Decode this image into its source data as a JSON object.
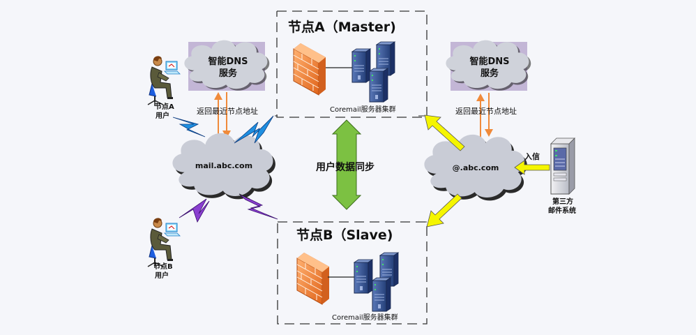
{
  "diagram": {
    "node_a": {
      "title": "节点A（Master)",
      "cluster_label": "Coremail服务器集群"
    },
    "node_b": {
      "title": "节点B（Slave)",
      "cluster_label": "Coremail服务器集群"
    },
    "sync_label": "用户数据同步",
    "left": {
      "dns_label_line1": "智能DNS",
      "dns_label_line2": "服务",
      "dns_return_label": "返回最近节点地址",
      "cloud_label": "mail.abc.com",
      "user_a_line1": "节点A",
      "user_a_line2": "用户",
      "user_b_line1": "节点B",
      "user_b_line2": "用户"
    },
    "right": {
      "dns_label_line1": "智能DNS",
      "dns_label_line2": "服务",
      "dns_return_label": "返回最近节点地址",
      "cloud_label": "@.abc.com",
      "incoming_label": "入信",
      "third_party_line1": "第三方",
      "third_party_line2": "邮件系统"
    },
    "colors": {
      "background": "#f5f6fa",
      "dns_box": "#c3b6d6",
      "cloud": "#c9ccd6",
      "dns_arrow": "#f08a3a",
      "sync_arrow": "#7cc142",
      "mx_arrow": "#f5f500",
      "bolt_blue": "#1f8fe0",
      "bolt_purple": "#8a3fd0",
      "firewall": "#f08a3a",
      "server": "#3b5a9a"
    }
  }
}
